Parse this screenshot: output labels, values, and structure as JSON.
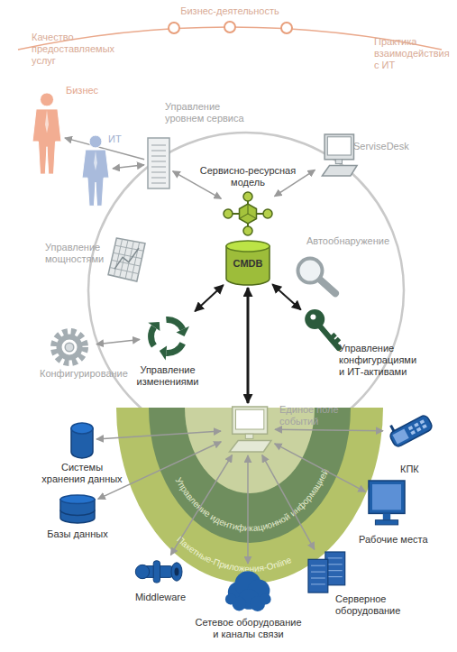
{
  "diagram": {
    "nodes": [
      {
        "text": [
          "Бизнес"
        ]
      },
      {
        "text": [
          "ИТ"
        ]
      },
      {
        "text": [
          "Управление уровнем сервиса"
        ]
      },
      {
        "text": [
          "ServiseDesk"
        ]
      },
      {
        "text": [
          "Сервисно-ресурсная модель"
        ]
      },
      {
        "text": [
          "CMDB"
        ]
      },
      {
        "text": [
          "Автообнаружение"
        ]
      },
      {
        "text": [
          "Управление мощностями"
        ]
      },
      {
        "text": [
          "Управление изменениями"
        ]
      },
      {
        "text": [
          "Управление конфигурациями и ИТ-активами"
        ]
      },
      {
        "text": [
          "Конфигурирование"
        ]
      },
      {
        "text": [
          "Единое поле событий"
        ]
      },
      {
        "text": [
          "Системы хранения данных"
        ]
      },
      {
        "text": [
          "Базы данных"
        ]
      },
      {
        "text": [
          "Middleware"
        ]
      },
      {
        "text": [
          "Сетевое оборудование и каналы связи"
        ]
      },
      {
        "text": [
          "Серверное оборудование"
        ]
      },
      {
        "text": [
          "Рабочие места"
        ]
      },
      {
        "text": [
          "КПК"
        ]
      }
    ],
    "edges": [
      {
        "from": 2,
        "to": 0,
        "arrow": "to"
      },
      {
        "from": 1,
        "to": 2,
        "arrow": "both"
      },
      {
        "from": 2,
        "to": 4,
        "arrow": "both"
      },
      {
        "from": 3,
        "to": 4,
        "arrow": "both"
      },
      {
        "from": 5,
        "to": 8,
        "arrow": "both"
      },
      {
        "from": 5,
        "to": 9,
        "arrow": "both"
      },
      {
        "from": 10,
        "to": 8,
        "arrow": "both"
      },
      {
        "from": 5,
        "to": 11,
        "arrow": "both"
      },
      {
        "from": 11,
        "to": 12,
        "arrow": "both"
      },
      {
        "from": 11,
        "to": 13,
        "arrow": "both"
      },
      {
        "from": 11,
        "to": 14,
        "arrow": "both"
      },
      {
        "from": 11,
        "to": 15,
        "arrow": "both"
      },
      {
        "from": 11,
        "to": 16,
        "arrow": "both"
      },
      {
        "from": 11,
        "to": 17,
        "arrow": "both"
      },
      {
        "from": 11,
        "to": 18,
        "arrow": "both"
      }
    ],
    "labels": [
      "Бизнес-деятельность",
      "Качество предоставляемых услуг",
      "Практика взаимодействия с ИТ",
      "Управление идентификационной информацией",
      "Пакетные-Приложения-Online"
    ]
  }
}
